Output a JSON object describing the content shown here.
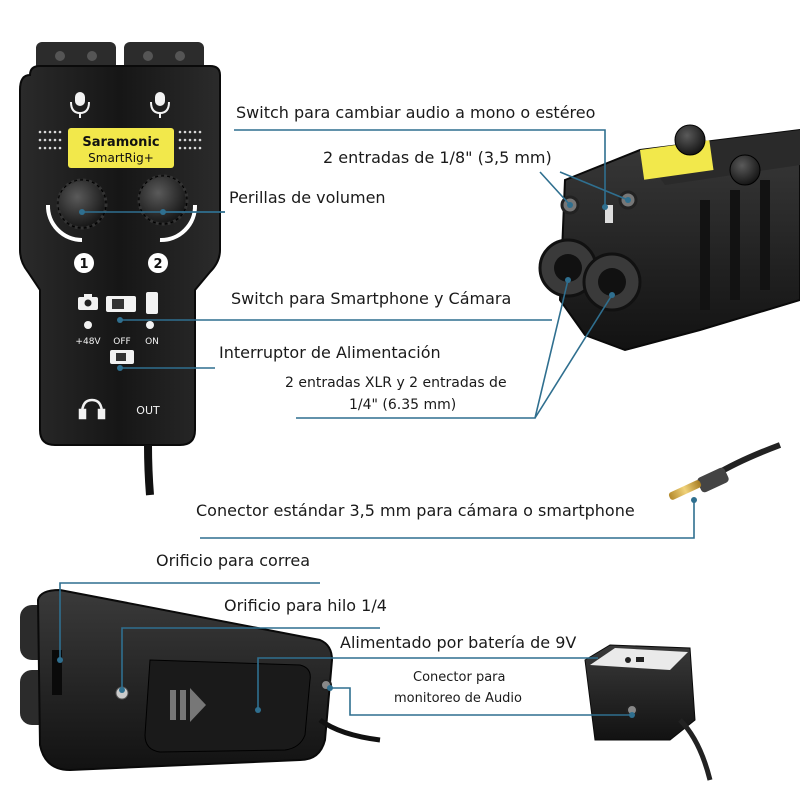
{
  "device": {
    "brand": "Saramonic",
    "model": "SmartRig+",
    "channel_1": "1",
    "channel_2": "2",
    "phantom_label": "+48V",
    "off_label": "OFF",
    "on_label": "ON",
    "out_label": "OUT"
  },
  "callouts": {
    "mono_stereo_switch": "Switch para cambiar audio a mono o estéreo",
    "inputs_1_8": "2 entradas de 1/8\" (3,5 mm)",
    "volume_knobs": "Perillas de volumen",
    "smartphone_camera_switch": "Switch para Smartphone y Cámara",
    "power_switch": "Interruptor de Alimentación",
    "xlr_inputs_line1": "2 entradas XLR y 2  entradas de",
    "xlr_inputs_line2": "1/4\" (6.35 mm)",
    "connector_35": "Conector estándar 3,5 mm para cámara o smartphone",
    "strap_hole": "Orificio para correa",
    "thread_hole": "Orificio para hilo 1/4",
    "battery": "Alimentado por batería de 9V",
    "monitor_line1": "Conector para",
    "monitor_line2": "monitoreo de Audio"
  },
  "colors": {
    "leader_line": "#2f6f8f",
    "device_body": "#1e1e1e",
    "label_yellow": "#f2e84b"
  }
}
